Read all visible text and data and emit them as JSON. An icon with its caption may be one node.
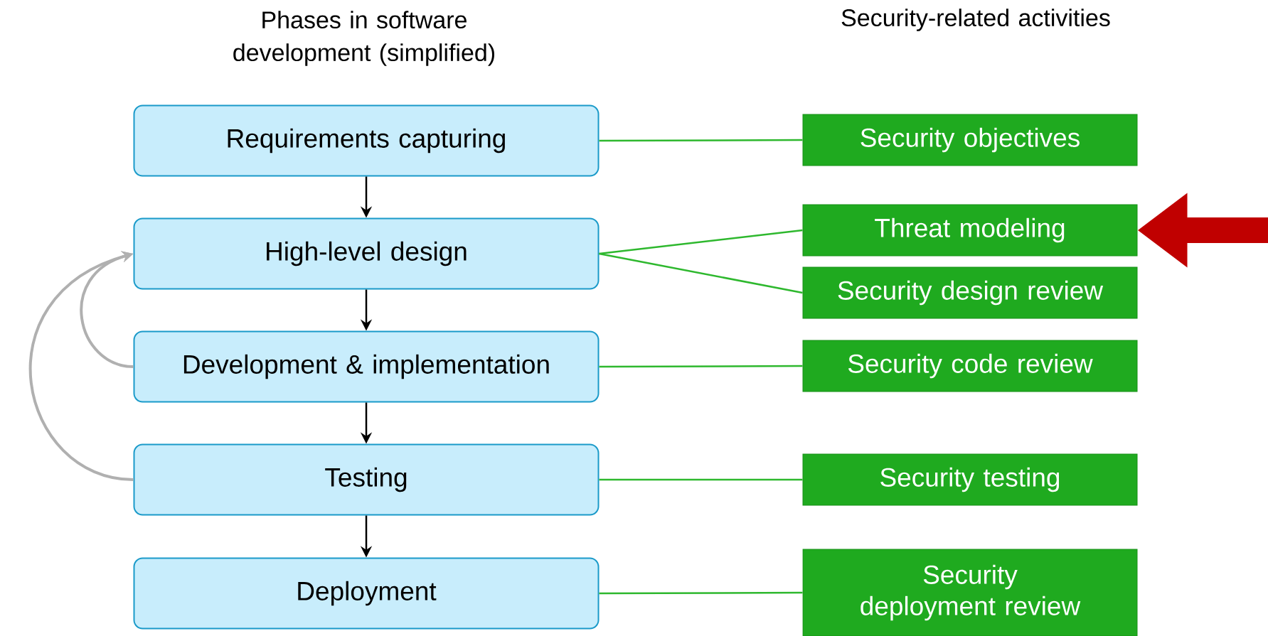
{
  "diagram": {
    "nodes": [
      {
        "text": [
          "Requirements capturing"
        ]
      },
      {
        "text": [
          "High-level design"
        ]
      },
      {
        "text": [
          "Development & implementation"
        ]
      },
      {
        "text": [
          "Testing"
        ]
      },
      {
        "text": [
          "Deployment"
        ]
      },
      {
        "text": [
          "Security objectives"
        ]
      },
      {
        "text": [
          "Threat modeling"
        ]
      },
      {
        "text": [
          "Security design review"
        ]
      },
      {
        "text": [
          "Security code review"
        ]
      },
      {
        "text": [
          "Security testing"
        ]
      },
      {
        "text": [
          "Security deployment review"
        ]
      }
    ],
    "edges": [
      {
        "from": 0,
        "to": 1,
        "arrow": "to",
        "color": "#000000"
      },
      {
        "from": 1,
        "to": 2,
        "arrow": "to",
        "color": "#000000"
      },
      {
        "from": 2,
        "to": 3,
        "arrow": "to",
        "color": "#000000"
      },
      {
        "from": 3,
        "to": 4,
        "arrow": "to",
        "color": "#000000"
      },
      {
        "from": 2,
        "to": 1,
        "arrow": "to",
        "color": "#b0b0b0"
      },
      {
        "from": 3,
        "to": 1,
        "arrow": "to",
        "color": "#b0b0b0"
      },
      {
        "from": 0,
        "to": 5,
        "arrow": "none",
        "color": "#2eb82e"
      },
      {
        "from": 1,
        "to": 6,
        "arrow": "none",
        "color": "#2eb82e"
      },
      {
        "from": 1,
        "to": 7,
        "arrow": "none",
        "color": "#2eb82e"
      },
      {
        "from": 2,
        "to": 8,
        "arrow": "none",
        "color": "#2eb82e"
      },
      {
        "from": 3,
        "to": 9,
        "arrow": "none",
        "color": "#2eb82e"
      },
      {
        "from": 4,
        "to": 10,
        "arrow": "none",
        "color": "#2eb82e"
      },
      {
        "from": null,
        "to": 6,
        "arrow": "to",
        "color": "#c00000",
        "style": "thick"
      }
    ],
    "labels": [
      "Phases in software development (simplified)",
      "Security-related activities"
    ]
  }
}
